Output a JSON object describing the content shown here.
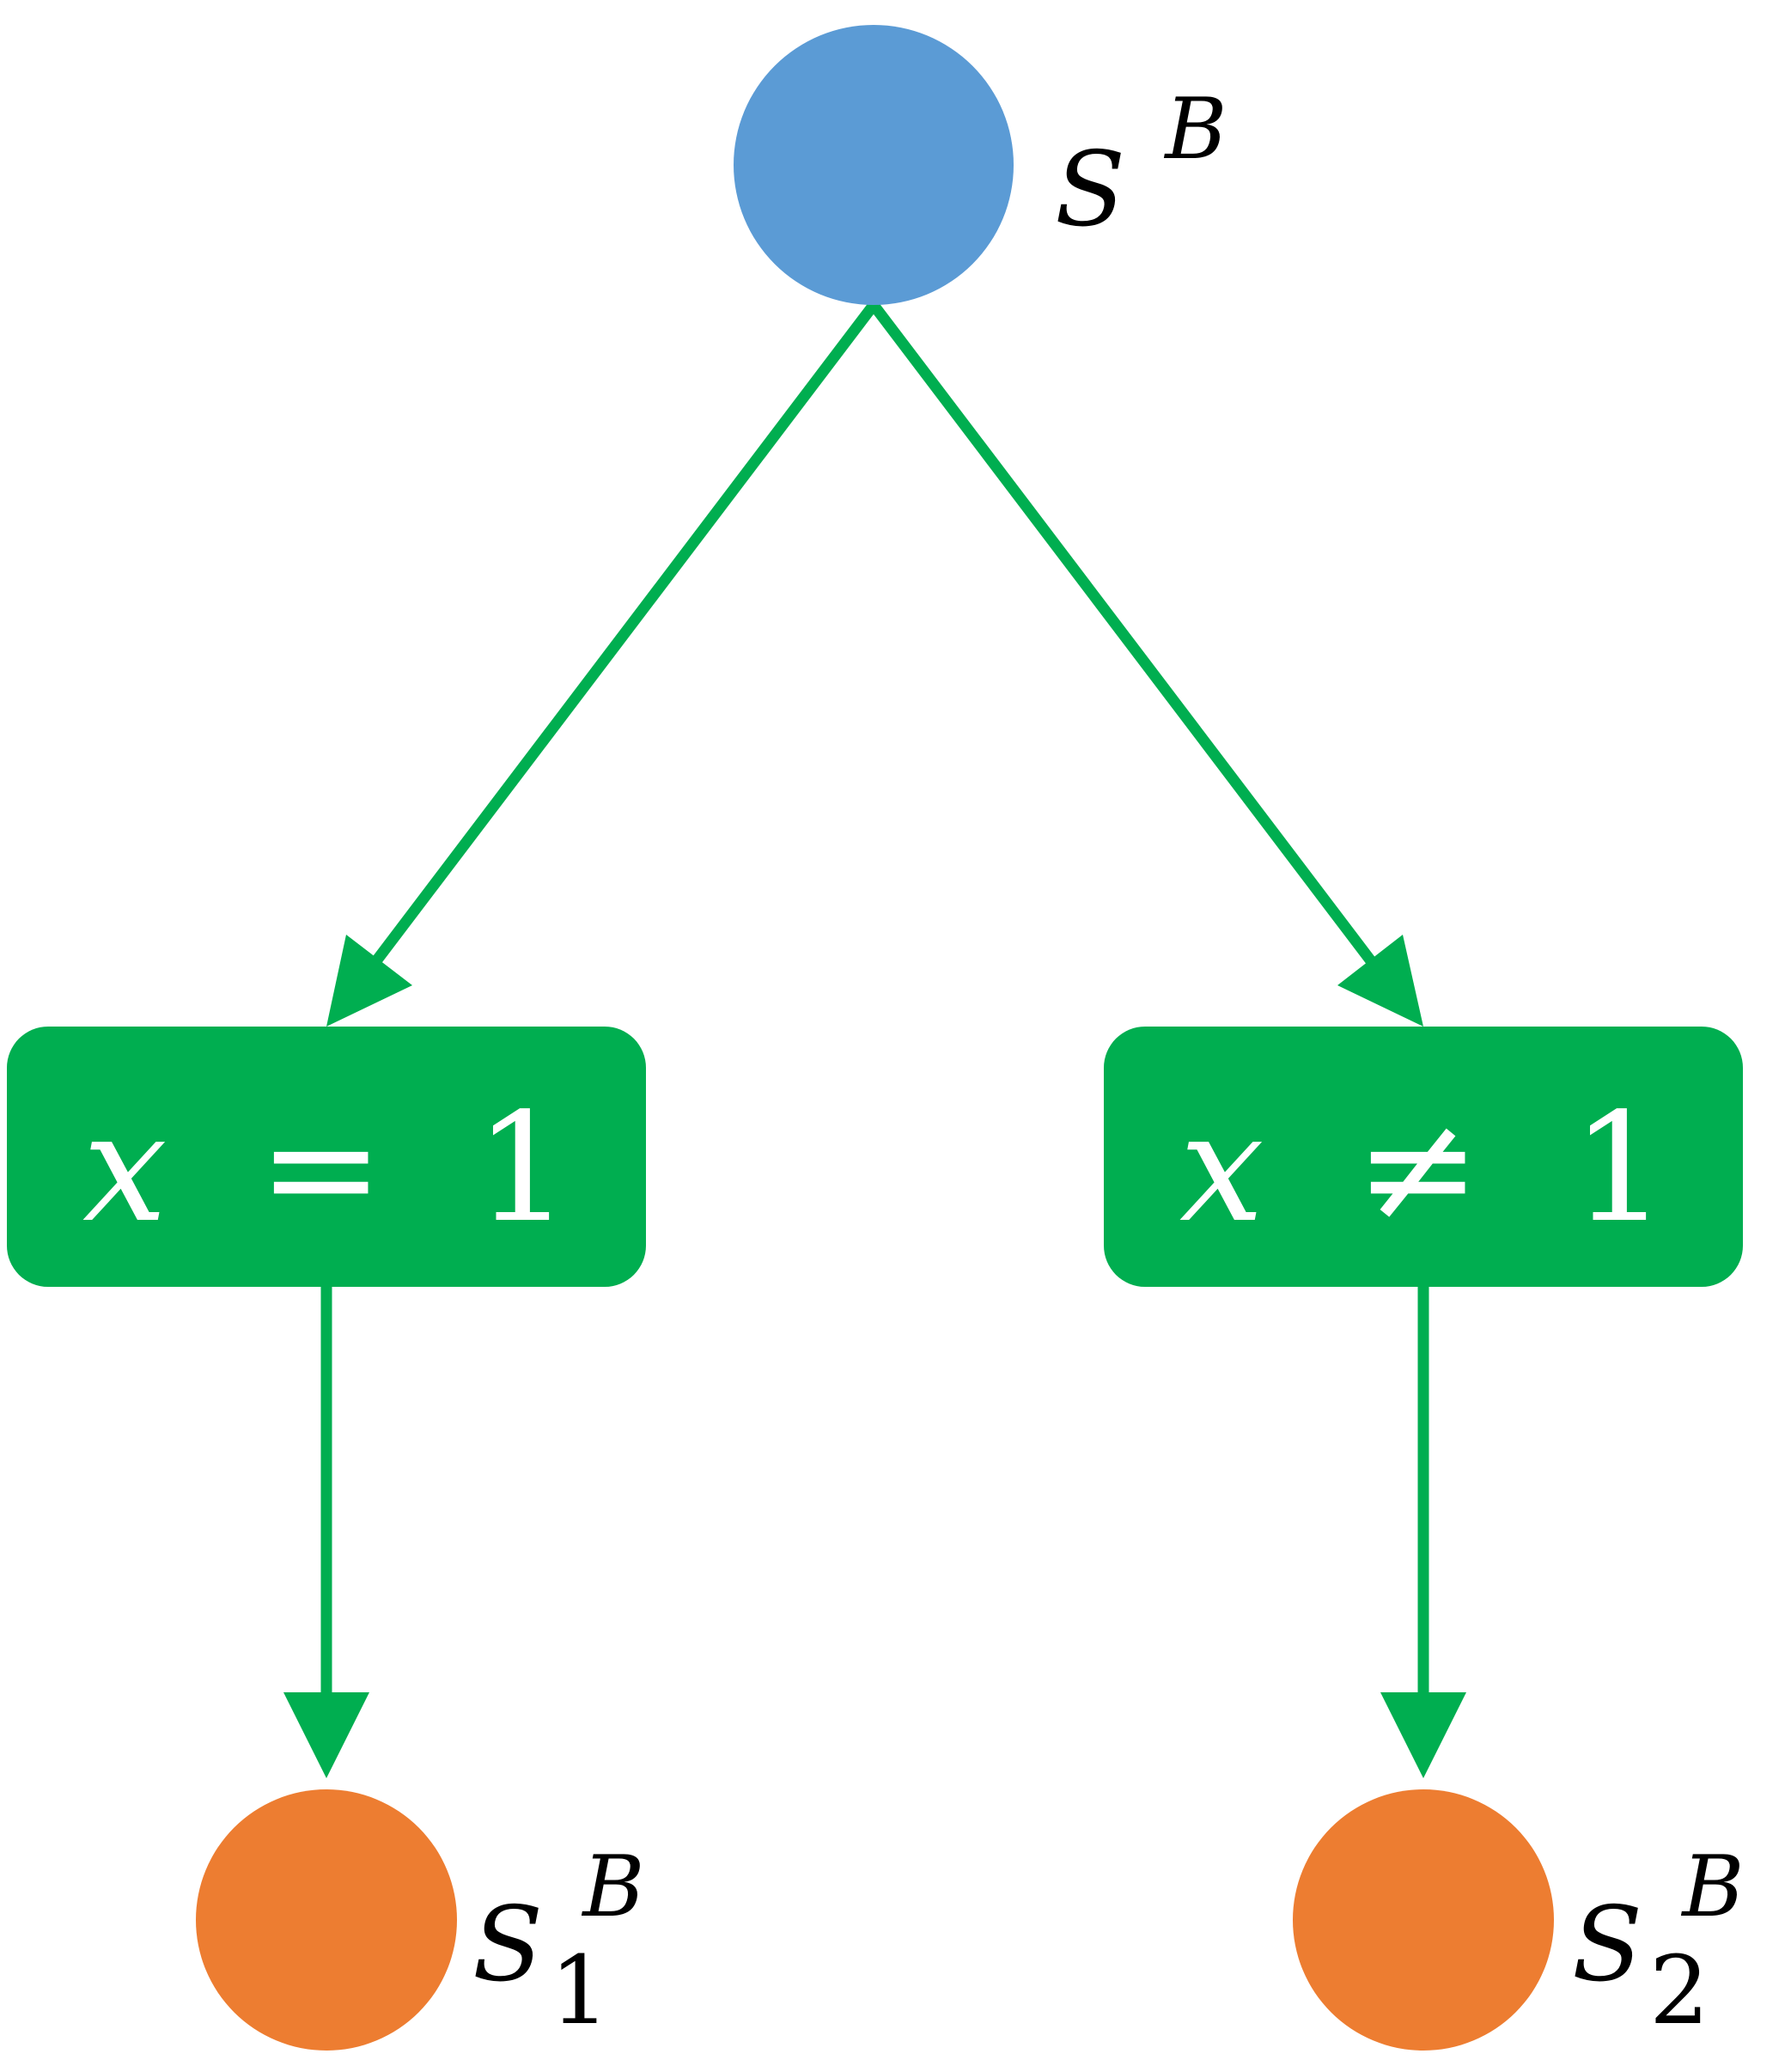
{
  "colors": {
    "edge": "#00AE50",
    "root_node": "#5B9BD5",
    "leaf_node": "#ED7D31",
    "box_fill": "#00AE50",
    "box_text": "#FFFFFF",
    "label_text": "#000000",
    "background": "#FFFFFF"
  },
  "nodes": {
    "root": {
      "symbol": "S",
      "sup": "B"
    },
    "left_leaf": {
      "symbol": "S",
      "sub": "1",
      "sup": "B"
    },
    "right_leaf": {
      "symbol": "S",
      "sub": "2",
      "sup": "B"
    }
  },
  "conditions": {
    "left": {
      "var": "x",
      "op": "=",
      "value": "1"
    },
    "right": {
      "var": "x",
      "op": "≠",
      "value": "1"
    }
  }
}
